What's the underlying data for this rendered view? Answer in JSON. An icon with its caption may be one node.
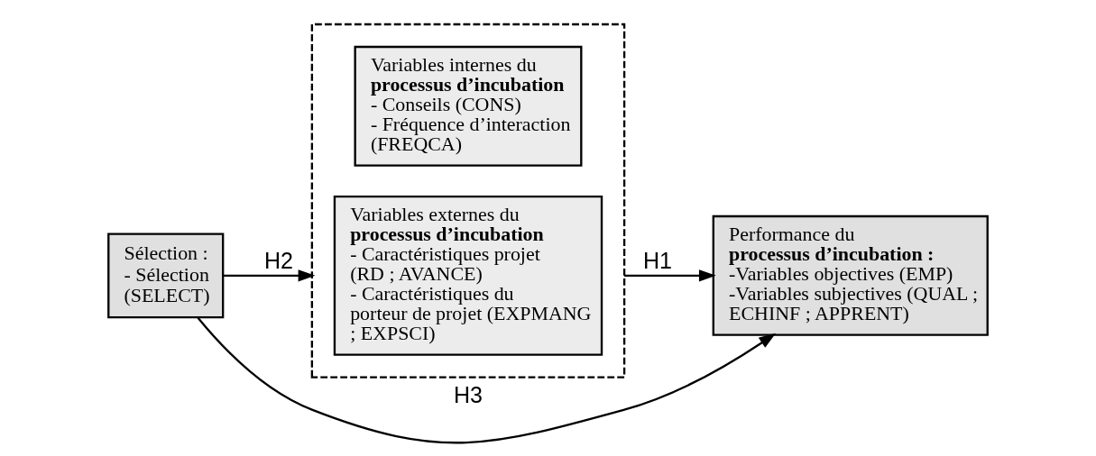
{
  "diagram": {
    "nodes": [
      {
        "text": [
          "Sélection :",
          "- Sélection (SELECT)"
        ]
      },
      {
        "text": [],
        "shape": "box"
      },
      {
        "text": [
          "Variables internes du **processus d’incubation**",
          "- Conseils (CONS)",
          "- Fréquence d’interaction (FREQCA)"
        ],
        "in": 1
      },
      {
        "text": [
          "Variables externes du **processus d’incubation**",
          "- Caractéristiques projet (RD ; AVANCE)",
          "- Caractéristiques du porteur de projet (EXPMANG ; EXPSCI)"
        ],
        "in": 1
      },
      {
        "text": [
          "Performance du **processus d’incubation :**",
          "-Variables objectives (EMP)",
          "-Variables subjectives (QUAL ; ECHINF ; APPRENT)"
        ]
      }
    ],
    "edges": [
      {
        "from": 0,
        "to": 1,
        "arrow": "to",
        "label": "H2"
      },
      {
        "from": 1,
        "to": 4,
        "arrow": "to",
        "label": "H1"
      },
      {
        "from": 0,
        "to": 4,
        "arrow": "to",
        "label": "H3"
      }
    ]
  }
}
